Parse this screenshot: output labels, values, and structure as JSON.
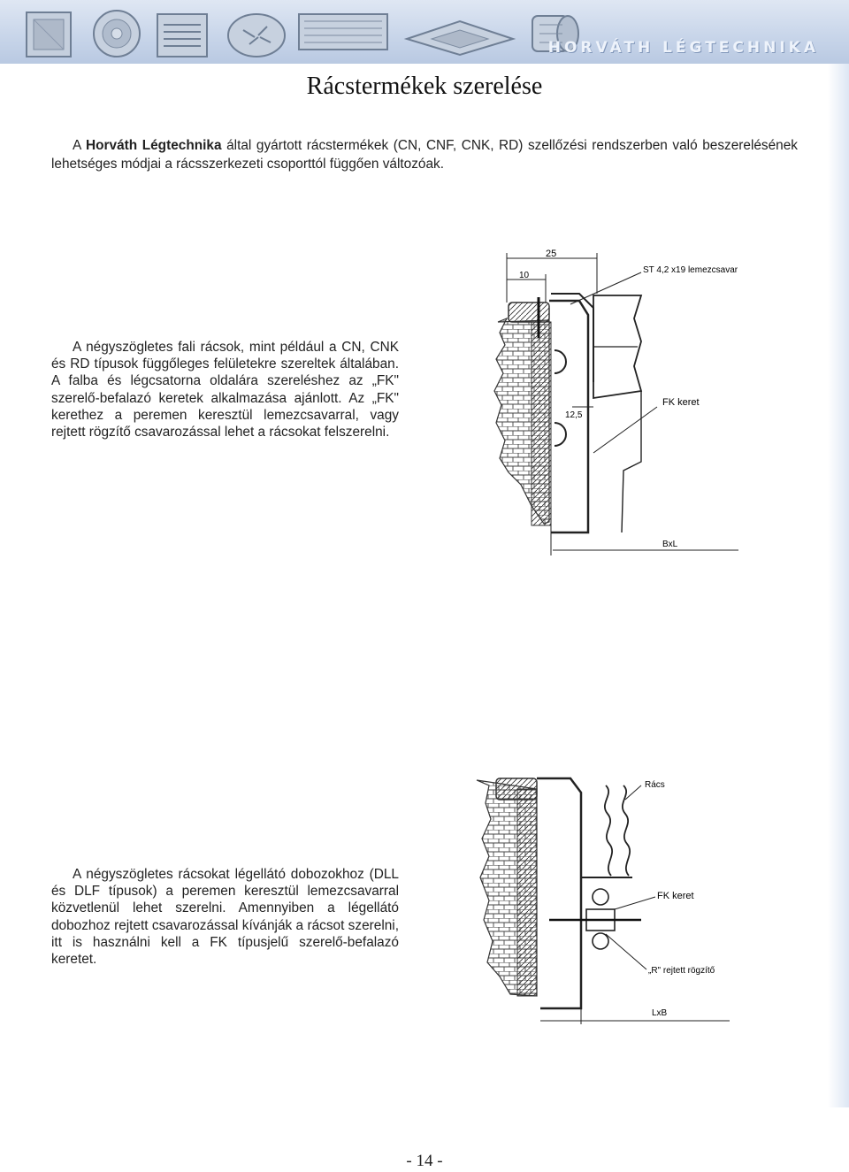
{
  "header": {
    "logo_text": "HORVÁTH LÉGTECHNIKA",
    "product_icons": [
      "square-grille-icon",
      "round-diffuser-icon",
      "linear-grille-icon",
      "swirl-diffuser-icon",
      "wide-louver-icon",
      "ceiling-diffuser-icon",
      "cylinder-vent-icon"
    ],
    "accent_color": "#b9c9e2"
  },
  "title": "Rácstermékek szerelése",
  "intro": {
    "part1": "A ",
    "brand": "Horváth Légtechnika",
    "part2": " által gyártott rácstermékek (CN, CNF, CNK, RD) szellőzési rendszerben való beszerelésének lehetséges módjai a rácsszerkezeti csoporttól függően változóak."
  },
  "section1": {
    "text": "A négyszögletes fali rácsok, mint például a CN, CNK és RD típusok függőleges felületekre szereltek általában. A falba és légcsatorna oldalára szereléshez az „FK\" szerelő-befalazó keretek alkalmazása ajánlott. Az „FK\" kerethez a peremen keresztül lemezcsavarral, vagy rejtett rögzítő csavarozással lehet a rácsokat felszerelni.",
    "drawing_labels": {
      "dim_25": "25",
      "dim_10": "10",
      "screw": "ST 4,2 x19 lemezcsavar",
      "fk": "FK keret",
      "dim_125": "12,5",
      "bxl": "BxL"
    }
  },
  "section2": {
    "text": "A négyszögletes rácsokat légellátó dobozokhoz (DLL és DLF típusok) a peremen keresztül lemezcsavarral közvetlenül lehet szerelni. Amennyiben a légellátó dobozhoz rejtett csavarozással kívánják a rácsot szerelni, itt is használni kell a FK típusjelű szerelő-befalazó keretet.",
    "drawing_labels": {
      "racs": "Rács",
      "fk": "FK keret",
      "r_fix": "„R\" rejtett rögzítő",
      "lxb": "LxB"
    }
  },
  "page_number": "- 14 -"
}
